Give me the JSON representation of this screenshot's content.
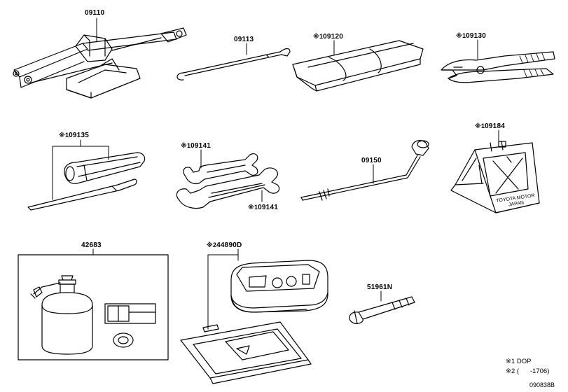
{
  "parts": [
    {
      "mark": "",
      "number": "09110"
    },
    {
      "mark": "",
      "number": "09113"
    },
    {
      "mark": "※1",
      "number": "09120"
    },
    {
      "mark": "※1",
      "number": "09130"
    },
    {
      "mark": "※1",
      "number": "09135"
    },
    {
      "mark": "※1",
      "number": "09141"
    },
    {
      "mark": "※1",
      "number": "09141"
    },
    {
      "mark": "",
      "number": "09150"
    },
    {
      "mark": "※1",
      "number": "09184"
    },
    {
      "mark": "",
      "number": "42683"
    },
    {
      "mark": "※2",
      "number": "44890D"
    },
    {
      "mark": "",
      "number": "51961N"
    }
  ],
  "engravings": {
    "chock_line1": "TOYOTA MOTOR",
    "chock_line2": "JAPAN"
  },
  "legend": {
    "note1_mark": "※1",
    "note1_text": "DOP",
    "note2_mark": "※2",
    "note2_text": "(      -1706)"
  },
  "diagram_ref": "090838B"
}
